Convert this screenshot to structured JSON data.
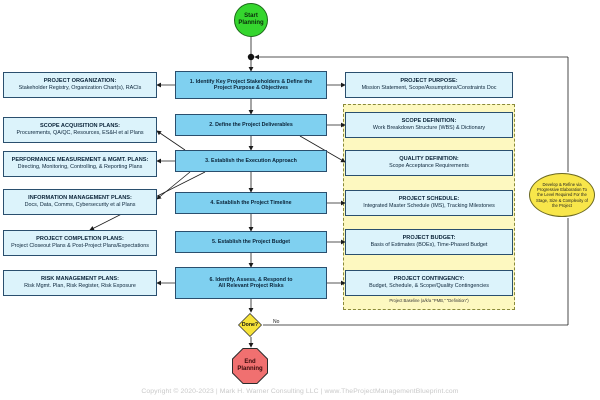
{
  "start": {
    "line1": "Start",
    "line2": "Planning"
  },
  "end": {
    "line1": "End",
    "line2": "Planning"
  },
  "decision": {
    "label": "Done?",
    "no_label": "No"
  },
  "steps": [
    {
      "label_line1": "1. Identify Key Project Stakeholders & Define the",
      "label_line2": "Project Purpose & Objectives"
    },
    {
      "label_line1": "2. Define the Project Deliverables",
      "label_line2": ""
    },
    {
      "label_line1": "3. Establish the Execution Approach",
      "label_line2": ""
    },
    {
      "label_line1": "4. Establish the Project Timeline",
      "label_line2": ""
    },
    {
      "label_line1": "5. Establish the Project Budget",
      "label_line2": ""
    },
    {
      "label_line1": "6. Identify, Assess, & Respond to",
      "label_line2": "All Relevant Project Risks"
    }
  ],
  "left_plans": [
    {
      "title": "PROJECT ORGANIZATION:",
      "detail": "Stakeholder Registry, Organization Chart(s), RACIs"
    },
    {
      "title": "SCOPE ACQUISITION PLANS:",
      "detail": "Procurements, QA/QC, Resources, ES&H et al Plans"
    },
    {
      "title": "PERFORMANCE MEASUREMENT & MGMT. PLANS:",
      "detail": "Directing, Monitoring, Controlling, & Reporting Plans"
    },
    {
      "title": "INFORMATION MANAGEMENT PLANS:",
      "detail": "Docs, Data, Comms, Cybersecurity et al Plans"
    },
    {
      "title": "PROJECT COMPLETION PLANS:",
      "detail": "Project Closeout Plans & Post-Project Plans/Expectations"
    },
    {
      "title": "RISK MANAGEMENT PLANS:",
      "detail": "Risk Mgmt. Plan, Risk Register, Risk Exposure"
    }
  ],
  "right_outputs": [
    {
      "title": "PROJECT PURPOSE:",
      "detail": "Mission Statement, Scope/Assumptions/Constraints Doc"
    },
    {
      "title": "SCOPE DEFINITION:",
      "detail": "Work Breakdown Structure (WBS) & Dictionary"
    },
    {
      "title": "QUALITY DEFINITION:",
      "detail": "Scope Acceptance Requirements"
    },
    {
      "title": "PROJECT SCHEDULE:",
      "detail": "Integrated Master Schedule (IMS), Tracking Milestones"
    },
    {
      "title": "PROJECT BUDGET:",
      "detail": "Basis of Estimates (BOEs), Time-Phased Budget"
    },
    {
      "title": "PROJECT CONTINGENCY:",
      "detail": "Budget, Schedule, & Scope/Quality Contingencies"
    }
  ],
  "baseline_label": "Project Baseline (a/k/a \"PMB,\" \"Definition\")",
  "refine": {
    "text": "Develop & Refine via Progressive Elaboration To the Level Required For the Stage, Size & Complexity of the Project"
  },
  "copyright": "Copyright © 2020-2023 | Mark H. Warner Consulting LLC | www.TheProjectManagementBlueprint.com",
  "colors": {
    "process_fill": "#7fd0f0",
    "side_fill": "#dcf3fb",
    "baseline_fill": "#fdf8c0",
    "start_fill": "#35d62e",
    "end_fill": "#f07070",
    "decision_fill": "#f6e23a"
  }
}
